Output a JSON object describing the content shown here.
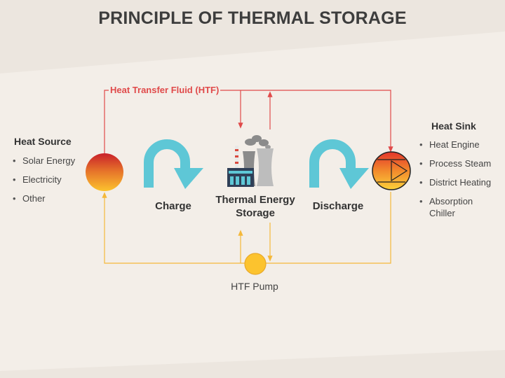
{
  "title": "PRINCIPLE OF THERMAL STORAGE",
  "htf_label": "Heat Transfer Fluid (HTF)",
  "heat_source": {
    "heading": "Heat Source",
    "items": [
      "Solar Energy",
      "Electricity",
      "Other"
    ]
  },
  "heat_sink": {
    "heading": "Heat Sink",
    "items": [
      "Heat Engine",
      "Process Steam",
      "District Heating",
      "Absorption Chiller"
    ]
  },
  "charge_label": "Charge",
  "storage_label": "Thermal Energy Storage",
  "discharge_label": "Discharge",
  "pump_label": "HTF Pump",
  "colors": {
    "hot_line": "#e04a4a",
    "cold_line": "#f4b83a",
    "arrow_teal": "#5ec7d6",
    "hot_red": "#c8202a",
    "warm_yellow": "#fcc32e"
  }
}
